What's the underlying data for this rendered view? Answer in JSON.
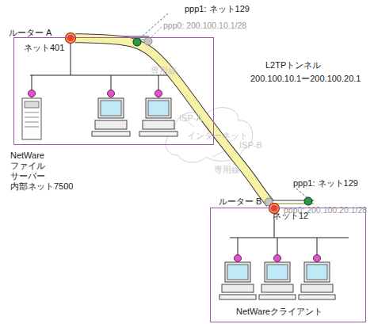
{
  "diagram": {
    "nodes": [
      {
        "text": [
          "ルーター A"
        ]
      },
      {
        "text": [
          "ネット401"
        ]
      },
      {
        "text": [
          "ルーター B"
        ]
      },
      {
        "text": [
          "ネット12",
          "NetWareクライアント"
        ]
      }
    ],
    "edges": [
      {
        "from": 0,
        "to": 2,
        "arrow": "none",
        "label": "L2TPトンネル"
      }
    ],
    "labels": [
      "ppp1: ネット129",
      "ppp0: 200.100.10.1/28",
      "200.100.10.1ー200.100.20.1",
      "専用線",
      "ISP-A",
      "インターネット",
      "ISP-B",
      "専用線",
      "ppp1: ネット129",
      "ppp0: 200.100.20.1/28",
      "NetWare ファイル サーバー 内部ネット7500"
    ]
  }
}
